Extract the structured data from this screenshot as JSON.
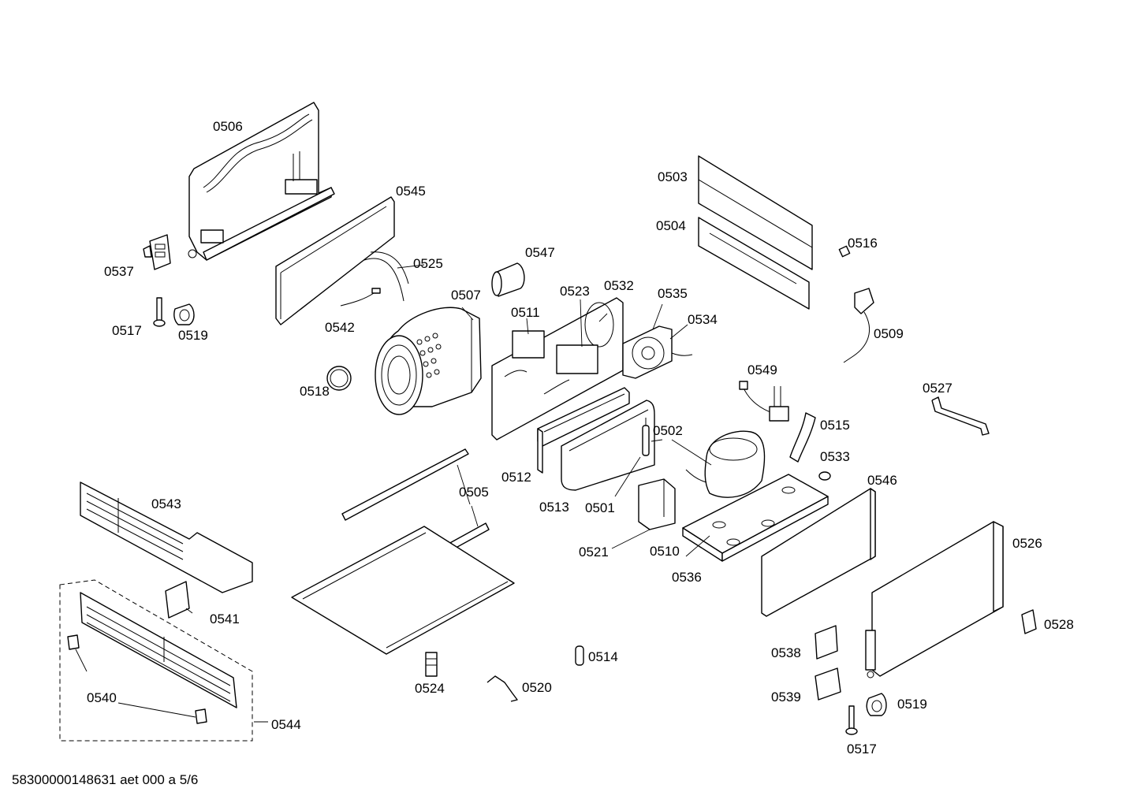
{
  "footer_text": "58300000148631 aet 000 a 5/6",
  "parts": [
    {
      "id": "p0506",
      "label": "0506"
    },
    {
      "id": "p0545",
      "label": "0545"
    },
    {
      "id": "p0537",
      "label": "0537"
    },
    {
      "id": "p0525",
      "label": "0525"
    },
    {
      "id": "p0547",
      "label": "0547"
    },
    {
      "id": "p0517a",
      "label": "0517"
    },
    {
      "id": "p0519a",
      "label": "0519"
    },
    {
      "id": "p0542",
      "label": "0542"
    },
    {
      "id": "p0507",
      "label": "0507"
    },
    {
      "id": "p0518",
      "label": "0518"
    },
    {
      "id": "p0511",
      "label": "0511"
    },
    {
      "id": "p0523",
      "label": "0523"
    },
    {
      "id": "p0532",
      "label": "0532"
    },
    {
      "id": "p0535",
      "label": "0535"
    },
    {
      "id": "p0534",
      "label": "0534"
    },
    {
      "id": "p0503",
      "label": "0503"
    },
    {
      "id": "p0504",
      "label": "0504"
    },
    {
      "id": "p0516",
      "label": "0516"
    },
    {
      "id": "p0509",
      "label": "0509"
    },
    {
      "id": "p0549",
      "label": "0549"
    },
    {
      "id": "p0527",
      "label": "0527"
    },
    {
      "id": "p0515",
      "label": "0515"
    },
    {
      "id": "p0502",
      "label": "0502"
    },
    {
      "id": "p0533",
      "label": "0533"
    },
    {
      "id": "p0546",
      "label": "0546"
    },
    {
      "id": "p0512",
      "label": "0512"
    },
    {
      "id": "p0505",
      "label": "0505"
    },
    {
      "id": "p0513",
      "label": "0513"
    },
    {
      "id": "p0501",
      "label": "0501"
    },
    {
      "id": "p0543",
      "label": "0543"
    },
    {
      "id": "p0521",
      "label": "0521"
    },
    {
      "id": "p0510",
      "label": "0510"
    },
    {
      "id": "p0526",
      "label": "0526"
    },
    {
      "id": "p0536",
      "label": "0536"
    },
    {
      "id": "p0541",
      "label": "0541"
    },
    {
      "id": "p0528",
      "label": "0528"
    },
    {
      "id": "p0538",
      "label": "0538"
    },
    {
      "id": "p0514",
      "label": "0514"
    },
    {
      "id": "p0524",
      "label": "0524"
    },
    {
      "id": "p0520",
      "label": "0520"
    },
    {
      "id": "p0539",
      "label": "0539"
    },
    {
      "id": "p0540",
      "label": "0540"
    },
    {
      "id": "p0519b",
      "label": "0519"
    },
    {
      "id": "p0544",
      "label": "0544"
    },
    {
      "id": "p0517b",
      "label": "0517"
    }
  ]
}
